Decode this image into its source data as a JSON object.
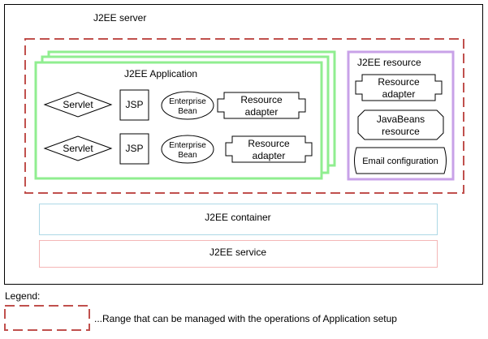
{
  "server": {
    "title": "J2EE server"
  },
  "application": {
    "title": "J2EE Application"
  },
  "rows": [
    {
      "servlet": "Servlet",
      "jsp": "JSP",
      "ejb_line1": "Enterprise",
      "ejb_line2": "Bean",
      "adapter_line1": "Resource",
      "adapter_line2": "adapter"
    },
    {
      "servlet": "Servlet",
      "jsp": "JSP",
      "ejb_line1": "Enterprise",
      "ejb_line2": "Bean",
      "adapter_line1": "Resource",
      "adapter_line2": "adapter"
    }
  ],
  "resource": {
    "title": "J2EE resource",
    "adapter_line1": "Resource",
    "adapter_line2": "adapter",
    "javabeans_line1": "JavaBeans",
    "javabeans_line2": "resource",
    "email": "Email configuration"
  },
  "container": {
    "label": "J2EE container"
  },
  "service": {
    "label": "J2EE service"
  },
  "legend": {
    "title": "Legend:",
    "description": "...Range that can be managed with the operations of  Application setup"
  },
  "colors": {
    "dashed_range": "#c0504d",
    "application_border": "#90ee90",
    "resource_border": "#c8a2e8",
    "container_border": "#add8e6",
    "service_border": "#f4b6b6"
  }
}
